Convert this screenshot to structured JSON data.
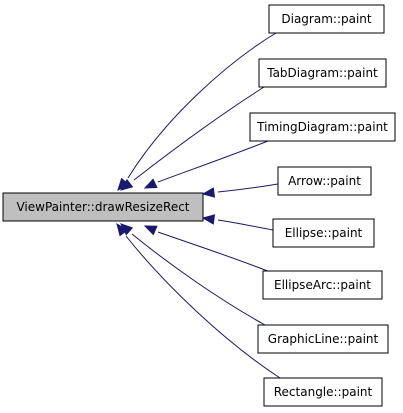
{
  "diagram": {
    "colors": {
      "edge": "#191970",
      "focus_fill": "#bfbfbf",
      "node_fill": "#ffffff",
      "border": "#000000"
    },
    "focus": {
      "label": "ViewPainter::drawResizeRect"
    },
    "callers": [
      {
        "label": "Diagram::paint"
      },
      {
        "label": "TabDiagram::paint"
      },
      {
        "label": "TimingDiagram::paint"
      },
      {
        "label": "Arrow::paint"
      },
      {
        "label": "Ellipse::paint"
      },
      {
        "label": "EllipseArc::paint"
      },
      {
        "label": "GraphicLine::paint"
      },
      {
        "label": "Rectangle::paint"
      }
    ]
  }
}
